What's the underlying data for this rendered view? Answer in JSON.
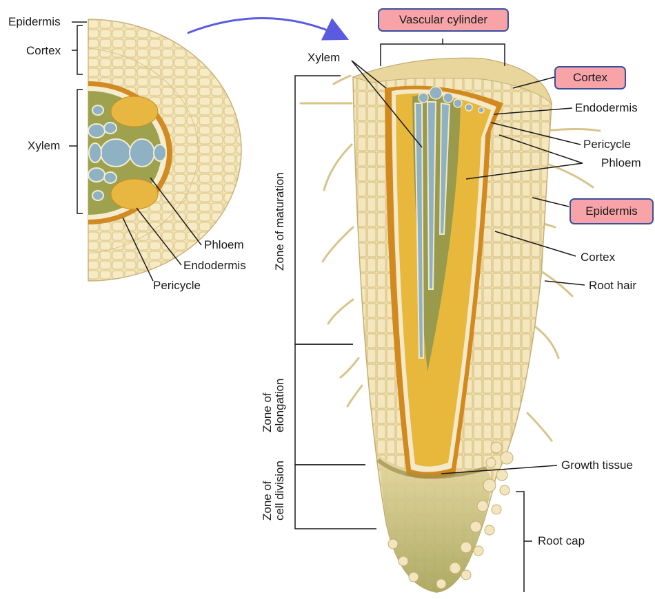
{
  "cross_section_labels": {
    "epidermis": "Epidermis",
    "cortex": "Cortex",
    "xylem": "Xylem",
    "phloem": "Phloem",
    "endodermis": "Endodermis",
    "pericycle": "Pericycle"
  },
  "longitudinal_labels": {
    "vascular_cylinder": "Vascular cylinder",
    "xylem": "Xylem",
    "cortex_highlight": "Cortex",
    "endodermis": "Endodermis",
    "pericycle": "Pericycle",
    "phloem": "Phloem",
    "epidermis_highlight": "Epidermis",
    "cortex": "Cortex",
    "root_hair": "Root hair",
    "growth_tissue": "Growth tissue",
    "root_cap": "Root cap"
  },
  "zone_labels": {
    "maturation": "Zone of maturation",
    "elongation_line1": "Zone of",
    "elongation_line2": "elongation",
    "division_line1": "Zone of",
    "division_line2": "cell division"
  },
  "colors": {
    "highlight_fill": "#f7a3a8",
    "highlight_border": "#3a4fa0",
    "arrow": "#5b5be0",
    "cortex_tissue": "#f3e4b4",
    "vascular_gold": "#e6b83a",
    "xylem_blue": "#8fb1c4",
    "root_tip_green": "#b7b56a"
  }
}
